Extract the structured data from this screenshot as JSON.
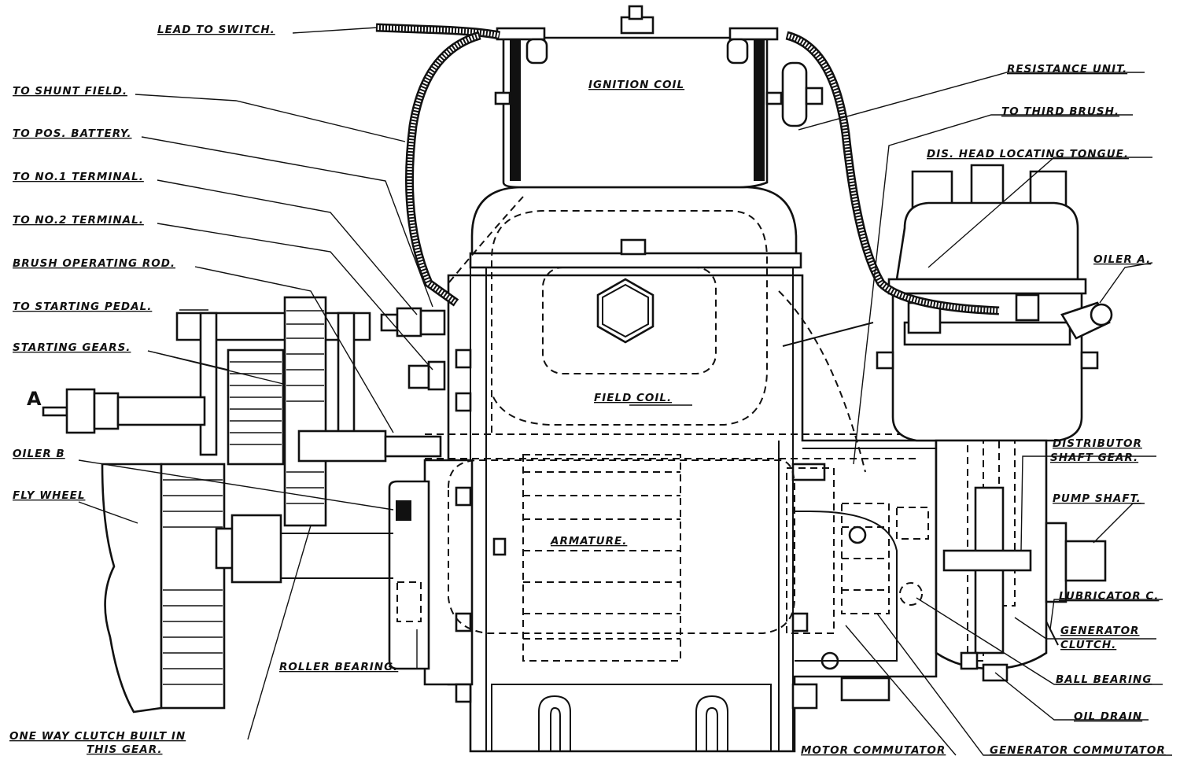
{
  "title": "Starting-lighting-ignition unit: motor-generator with ignition coil and distributor",
  "labels": {
    "lead_to_switch": "LEAD TO SWITCH.",
    "to_shunt_field": "TO SHUNT FIELD.",
    "to_pos_battery": "TO POS. BATTERY.",
    "to_no1_terminal": "TO NO.1 TERMINAL.",
    "to_no2_terminal": "TO NO.2 TERMINAL.",
    "brush_operating_rod": "BRUSH OPERATING ROD.",
    "to_starting_pedal": "TO STARTING PEDAL.",
    "starting_gears": "STARTING GEARS.",
    "a_marker": "A",
    "oiler_b": "OILER B",
    "fly_wheel": "FLY WHEEL",
    "one_way_clutch_1": "ONE WAY CLUTCH BUILT IN",
    "one_way_clutch_2": "THIS GEAR.",
    "roller_bearing": "ROLLER BEARING.",
    "ignition_coil": "IGNITION COIL",
    "field_coil": "FIELD COIL.",
    "armature": "ARMATURE.",
    "resistance_unit": "RESISTANCE UNIT.",
    "to_third_brush": "TO THIRD BRUSH.",
    "dis_head_locating_tongue": "DIS. HEAD LOCATING TONGUE.",
    "oiler_a": "OILER A.",
    "distributor_shaft_gear_1": "DISTRIBUTOR",
    "distributor_shaft_gear_2": "SHAFT GEAR.",
    "pump_shaft": "PUMP SHAFT.",
    "lubricator_c": "LUBRICATOR C.",
    "generator_clutch_1": "GENERATOR",
    "generator_clutch_2": "CLUTCH.",
    "ball_bearing": "BALL BEARING",
    "oil_drain": "OIL DRAIN",
    "motor_commutator": "MOTOR COMMUTATOR",
    "generator_commutator": "GENERATOR COMMUTATOR"
  },
  "icons": [
    "hex-nut-icon",
    "spark-plug-terminal-icon"
  ]
}
